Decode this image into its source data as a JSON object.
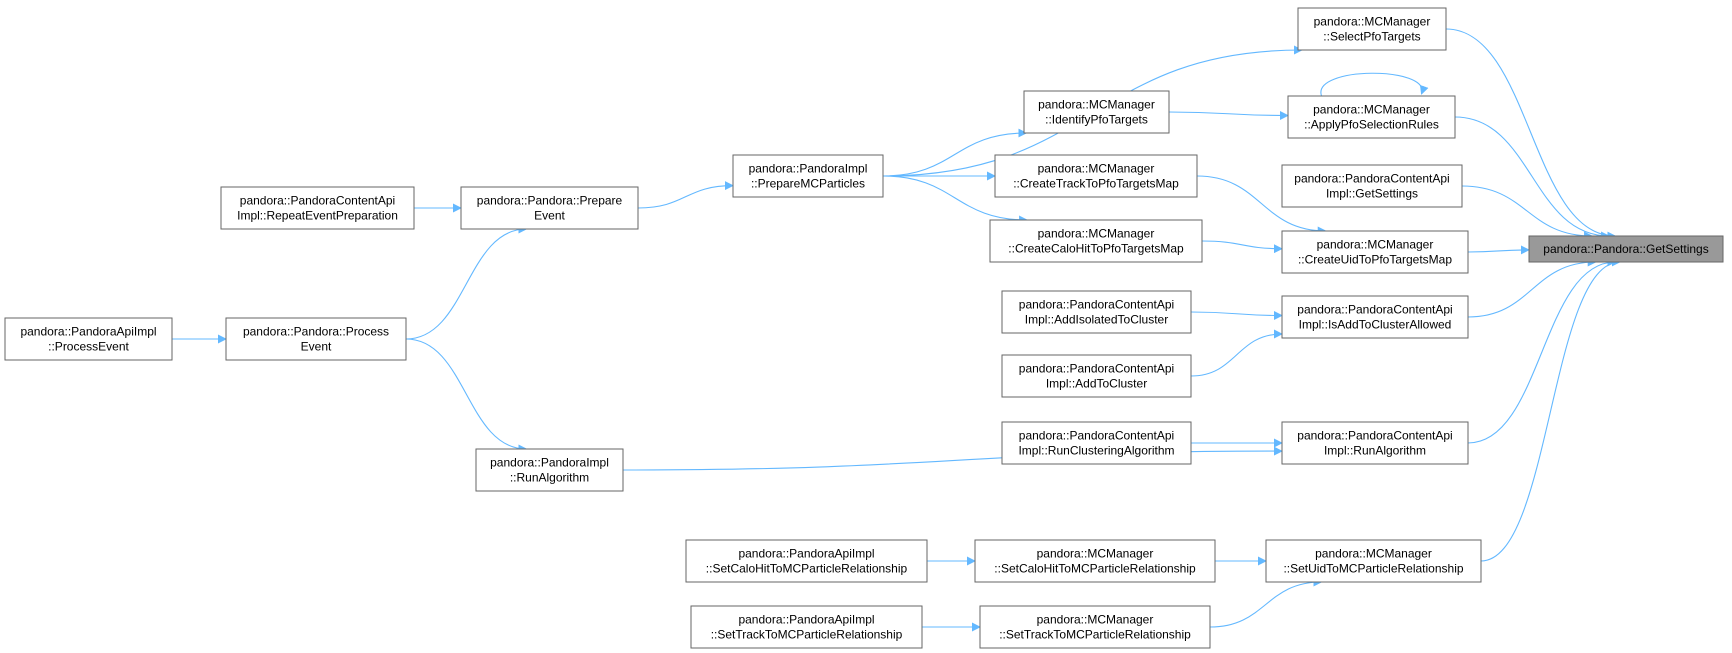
{
  "graph": {
    "edge_color": "#63b8ff",
    "root_fill": "#999999",
    "node_border": "#666666",
    "nodes": [
      {
        "id": "getsettings",
        "lines": [
          "pandora::Pandora::GetSettings"
        ]
      },
      {
        "id": "selectpfo",
        "lines": [
          "pandora::MCManager",
          "::SelectPfoTargets"
        ]
      },
      {
        "id": "applypfo",
        "lines": [
          "pandora::MCManager",
          "::ApplyPfoSelectionRules"
        ]
      },
      {
        "id": "pcaGetSettings",
        "lines": [
          "pandora::PandoraContentApi",
          "Impl::GetSettings"
        ]
      },
      {
        "id": "createUid",
        "lines": [
          "pandora::MCManager",
          "::CreateUidToPfoTargetsMap"
        ]
      },
      {
        "id": "isAdd",
        "lines": [
          "pandora::PandoraContentApi",
          "Impl::IsAddToClusterAllowed"
        ]
      },
      {
        "id": "pcaRunAlg",
        "lines": [
          "pandora::PandoraContentApi",
          "Impl::RunAlgorithm"
        ]
      },
      {
        "id": "setUidRel",
        "lines": [
          "pandora::MCManager",
          "::SetUidToMCParticleRelationship"
        ]
      },
      {
        "id": "identify",
        "lines": [
          "pandora::MCManager",
          "::IdentifyPfoTargets"
        ]
      },
      {
        "id": "createTrack",
        "lines": [
          "pandora::MCManager",
          "::CreateTrackToPfoTargetsMap"
        ]
      },
      {
        "id": "createCalo",
        "lines": [
          "pandora::MCManager",
          "::CreateCaloHitToPfoTargetsMap"
        ]
      },
      {
        "id": "addIsolated",
        "lines": [
          "pandora::PandoraContentApi",
          "Impl::AddIsolatedToCluster"
        ]
      },
      {
        "id": "addToCluster",
        "lines": [
          "pandora::PandoraContentApi",
          "Impl::AddToCluster"
        ]
      },
      {
        "id": "runClustering",
        "lines": [
          "pandora::PandoraContentApi",
          "Impl::RunClusteringAlgorithm"
        ]
      },
      {
        "id": "mcSetCalo",
        "lines": [
          "pandora::MCManager",
          "::SetCaloHitToMCParticleRelationship"
        ]
      },
      {
        "id": "mcSetTrack",
        "lines": [
          "pandora::MCManager",
          "::SetTrackToMCParticleRelationship"
        ]
      },
      {
        "id": "apiSetCalo",
        "lines": [
          "pandora::PandoraApiImpl",
          "::SetCaloHitToMCParticleRelationship"
        ]
      },
      {
        "id": "apiSetTrack",
        "lines": [
          "pandora::PandoraApiImpl",
          "::SetTrackToMCParticleRelationship"
        ]
      },
      {
        "id": "prepareMC",
        "lines": [
          "pandora::PandoraImpl",
          "::PrepareMCParticles"
        ]
      },
      {
        "id": "prepareEvent",
        "lines": [
          "pandora::Pandora::Prepare",
          "Event"
        ]
      },
      {
        "id": "repeatEvent",
        "lines": [
          "pandora::PandoraContentApi",
          "Impl::RepeatEventPreparation"
        ]
      },
      {
        "id": "processEvent",
        "lines": [
          "pandora::Pandora::Process",
          "Event"
        ]
      },
      {
        "id": "apiProcess",
        "lines": [
          "pandora::PandoraApiImpl",
          "::ProcessEvent"
        ]
      },
      {
        "id": "implRunAlg",
        "lines": [
          "pandora::PandoraImpl",
          "::RunAlgorithm"
        ]
      }
    ],
    "edges": [
      [
        "selectpfo",
        "getsettings"
      ],
      [
        "applypfo",
        "getsettings"
      ],
      [
        "pcaGetSettings",
        "getsettings"
      ],
      [
        "createUid",
        "getsettings"
      ],
      [
        "isAdd",
        "getsettings"
      ],
      [
        "pcaRunAlg",
        "getsettings"
      ],
      [
        "setUidRel",
        "getsettings"
      ],
      [
        "applypfo",
        "applypfo"
      ],
      [
        "identify",
        "applypfo"
      ],
      [
        "createTrack",
        "createUid"
      ],
      [
        "createCalo",
        "createUid"
      ],
      [
        "addIsolated",
        "isAdd"
      ],
      [
        "addToCluster",
        "isAdd"
      ],
      [
        "runClustering",
        "pcaRunAlg"
      ],
      [
        "implRunAlg",
        "pcaRunAlg"
      ],
      [
        "mcSetCalo",
        "setUidRel"
      ],
      [
        "mcSetTrack",
        "setUidRel"
      ],
      [
        "apiSetCalo",
        "mcSetCalo"
      ],
      [
        "apiSetTrack",
        "mcSetTrack"
      ],
      [
        "prepareMC",
        "selectpfo"
      ],
      [
        "prepareMC",
        "identify"
      ],
      [
        "prepareMC",
        "createTrack"
      ],
      [
        "prepareMC",
        "createCalo"
      ],
      [
        "prepareEvent",
        "prepareMC"
      ],
      [
        "repeatEvent",
        "prepareEvent"
      ],
      [
        "processEvent",
        "prepareEvent"
      ],
      [
        "processEvent",
        "implRunAlg"
      ],
      [
        "apiProcess",
        "processEvent"
      ]
    ]
  }
}
